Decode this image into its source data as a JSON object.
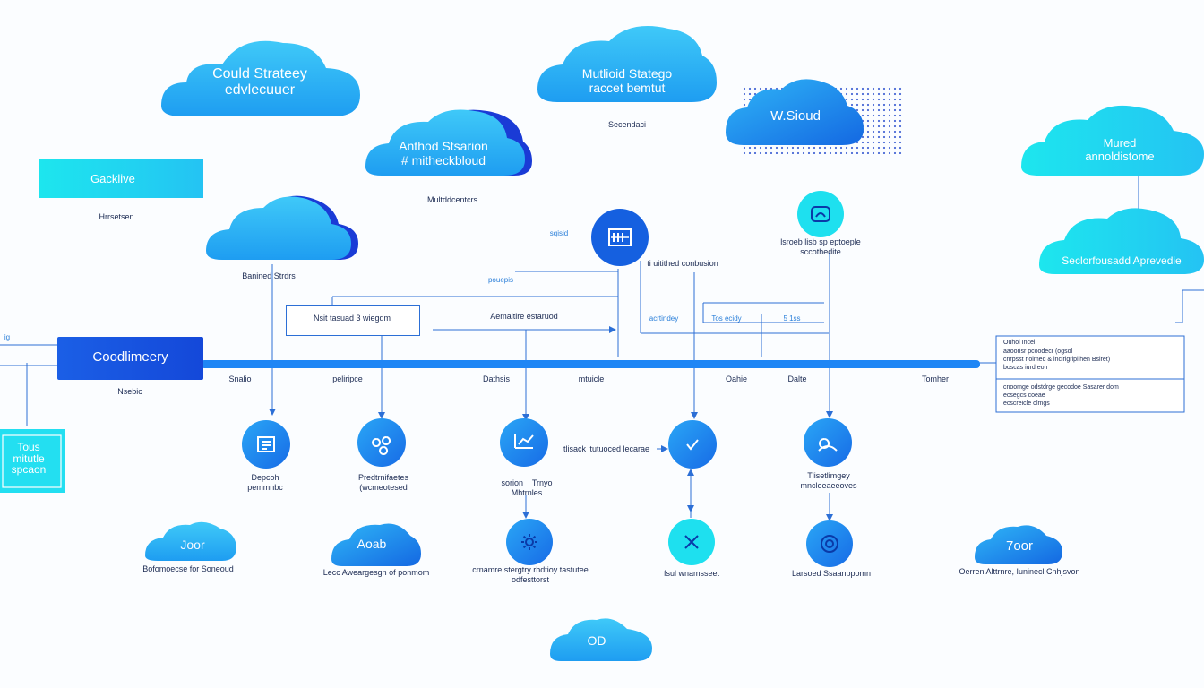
{
  "colors": {
    "cloud_light": "#38c4f6",
    "cloud_mid": "#1f9cf0",
    "cloud_dark": "#1663e0",
    "teal": "#1ee3ef",
    "navy_shadow": "#1a3bd6",
    "timeline": "#1e86f5",
    "line": "#2c6fd6",
    "text_dark": "#1b2a52"
  },
  "clouds": {
    "cloud_strategy": "Could Strateey\nedvlecuuer",
    "multicloud_strategy": "Mutlioid Statego\nraccet bemtut",
    "multicloud_strategy_caption": "Secendaci",
    "wsioud": "W.Sioud",
    "hybrid_strategy": "Anthod Stsarion\n# mitheckbloud",
    "hybrid_caption": "Multddcentcrs",
    "managed_store": "Mured\nannoldistome",
    "service_cloud": "Seclorfousadd Aprevedie",
    "small_cloud_caption": "Banined Strdrs",
    "bottom_joor": "Joor",
    "bottom_aoab": "Aoab",
    "bottom_7oor": "7oor",
    "bottom_od": "OD"
  },
  "boxes": {
    "gacklive": "Gacklive",
    "gacklive_caption": "Hrrsetsen",
    "coodlimeery": "Coodlimeery",
    "coodlimeery_caption": "Nsebic",
    "tous": "Tous\nmitutle\nspcaon",
    "left_edge": "ig",
    "net_sessions": "Nsit tasuad 3 wiegqm"
  },
  "mid_labels": {
    "aemaltire": "Aemaltire estaruod",
    "pouepis": "pouepis",
    "sqisid": "sqisid",
    "tl_ulithed": "ti uitithed conbusion",
    "acrtindey": "acrtindey",
    "tos_ecidy": "Tos ecidy",
    "five_seg": "5 1ss",
    "hub_caption": "lsroeb lisb sp eptoeple\nsccothedite"
  },
  "timeline": {
    "stops": [
      "Snalio",
      "peliripce",
      "Dathsis",
      "mtuicle",
      "Oahie",
      "Dalte",
      "Tomher"
    ]
  },
  "nodes": [
    {
      "icon": "document-icon",
      "label": "Depcoh\npemmnbc"
    },
    {
      "icon": "network-icon",
      "label": "Predtrnifaetes\n(wcmeotesed"
    },
    {
      "icon": "chart-icon",
      "label": "sorion    Trnyo\nMhtrnles"
    },
    {
      "icon": "check-icon",
      "label": ""
    },
    {
      "icon": "user-icon",
      "label": "Tlisetlimgey\nmncleeaeeoves"
    }
  ],
  "node_side_label": "tlisack itutuoced lecarae",
  "sub_nodes": [
    {
      "icon": "gear-icon",
      "label": "crnamre stergtry rhdtioy tastutee\nodfesttorst"
    },
    {
      "icon": "tools-icon",
      "label": "fsul wnamsseet"
    },
    {
      "icon": "target-icon",
      "label": "Larsoed Ssaanppomn"
    }
  ],
  "bottom_captions": {
    "joor": "Bofomoecse for Soneoud",
    "aoab": "Lecc Aweargesgn of ponmom",
    "7oor": "Oerren Alttrnre, Iuninecl Cnhjsvon"
  },
  "right_notes": {
    "top": [
      "Ouhol Incel",
      "aaoorisr pcoodecr (ogsol",
      "cnrpsst riolmed & incirigriplihen Bsiret)",
      "boscas iurd eon"
    ],
    "bottom": [
      "cnoomge odstdrge gecodoe Sasarer dom",
      "ecsegcs coeae",
      "ecscreicle olmgs"
    ]
  }
}
